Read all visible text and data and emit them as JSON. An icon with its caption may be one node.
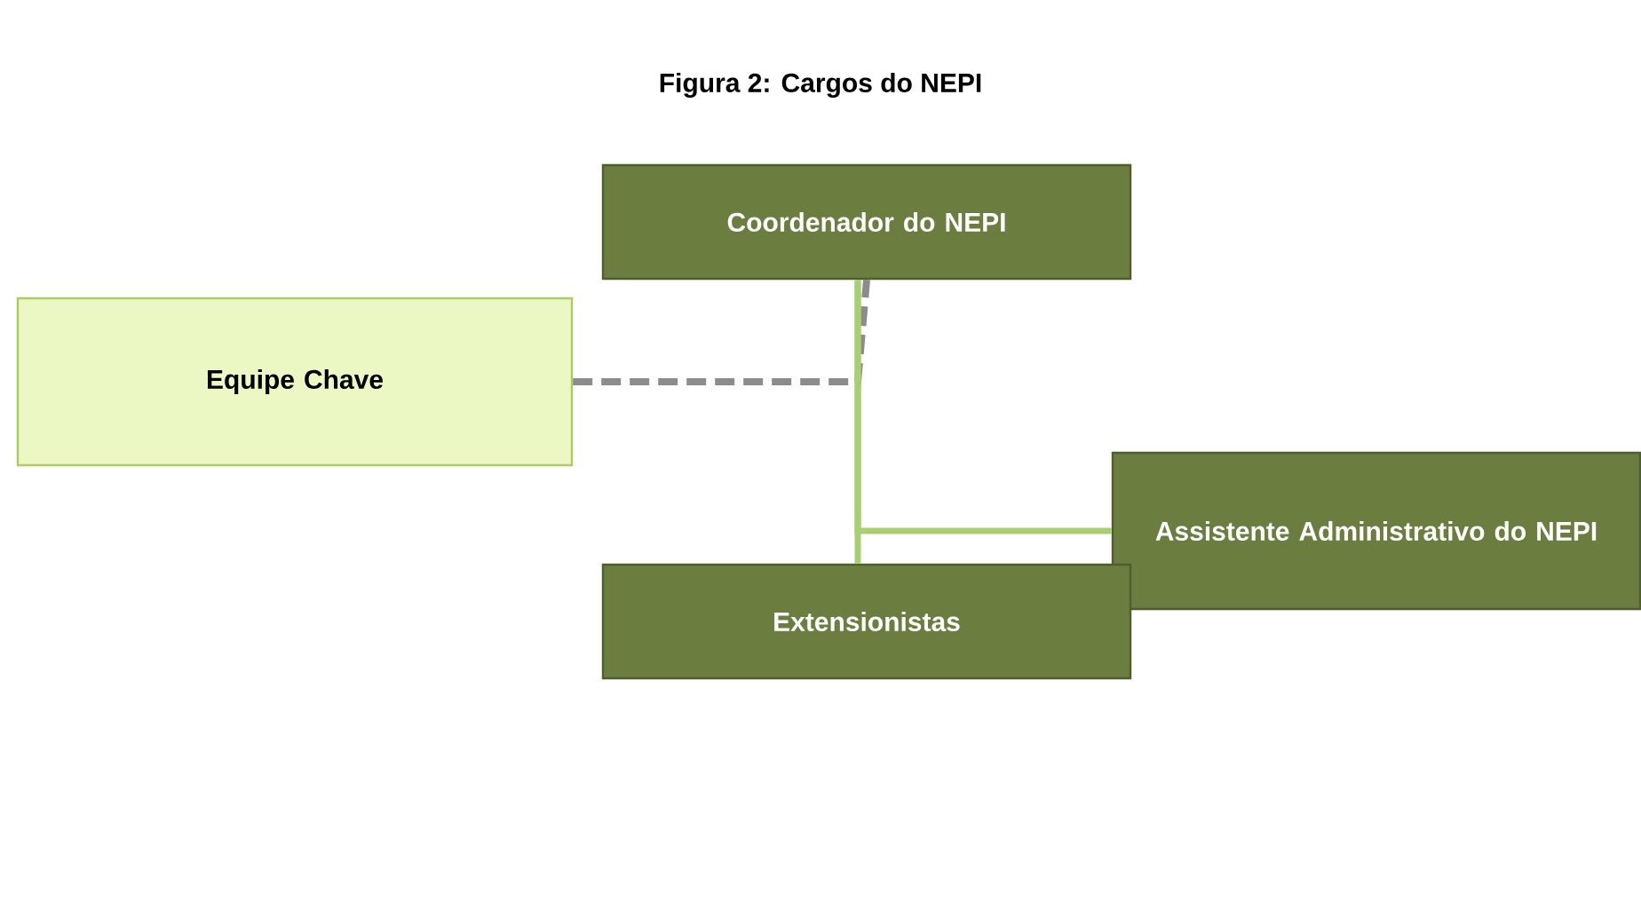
{
  "diagram": {
    "title": "Figura 2: Cargos do NEPI",
    "nodes": [
      {
        "text": [
          "Coordenador do NEPI"
        ]
      },
      {
        "text": [
          "Equipe Chave"
        ]
      },
      {
        "text": [
          "Assistente Administrativo do NEPI"
        ]
      },
      {
        "text": [
          "Extensionistas"
        ]
      }
    ],
    "edges": [
      {
        "from": 1,
        "to": 0,
        "arrow": "none",
        "style": "dashed",
        "color": "#8c8c8c"
      },
      {
        "from": 0,
        "to": 2,
        "arrow": "none"
      },
      {
        "from": 0,
        "to": 3,
        "arrow": "none"
      }
    ]
  }
}
